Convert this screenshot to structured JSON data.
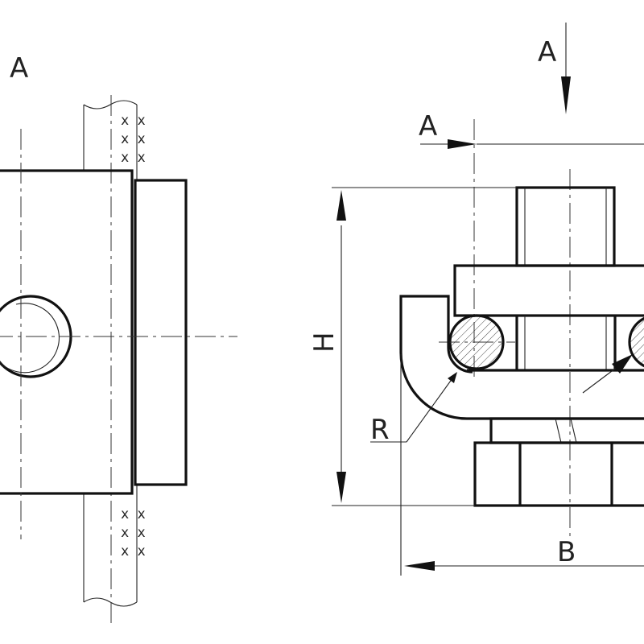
{
  "labels": {
    "view_label_left": "A",
    "direction_label_top": "A",
    "direction_label_side": "A",
    "dimension_height": "H",
    "dimension_width": "B",
    "radius_label": "R",
    "rope_marks": "x"
  },
  "colors": {
    "line": "#111111",
    "background": "#ffffff"
  }
}
